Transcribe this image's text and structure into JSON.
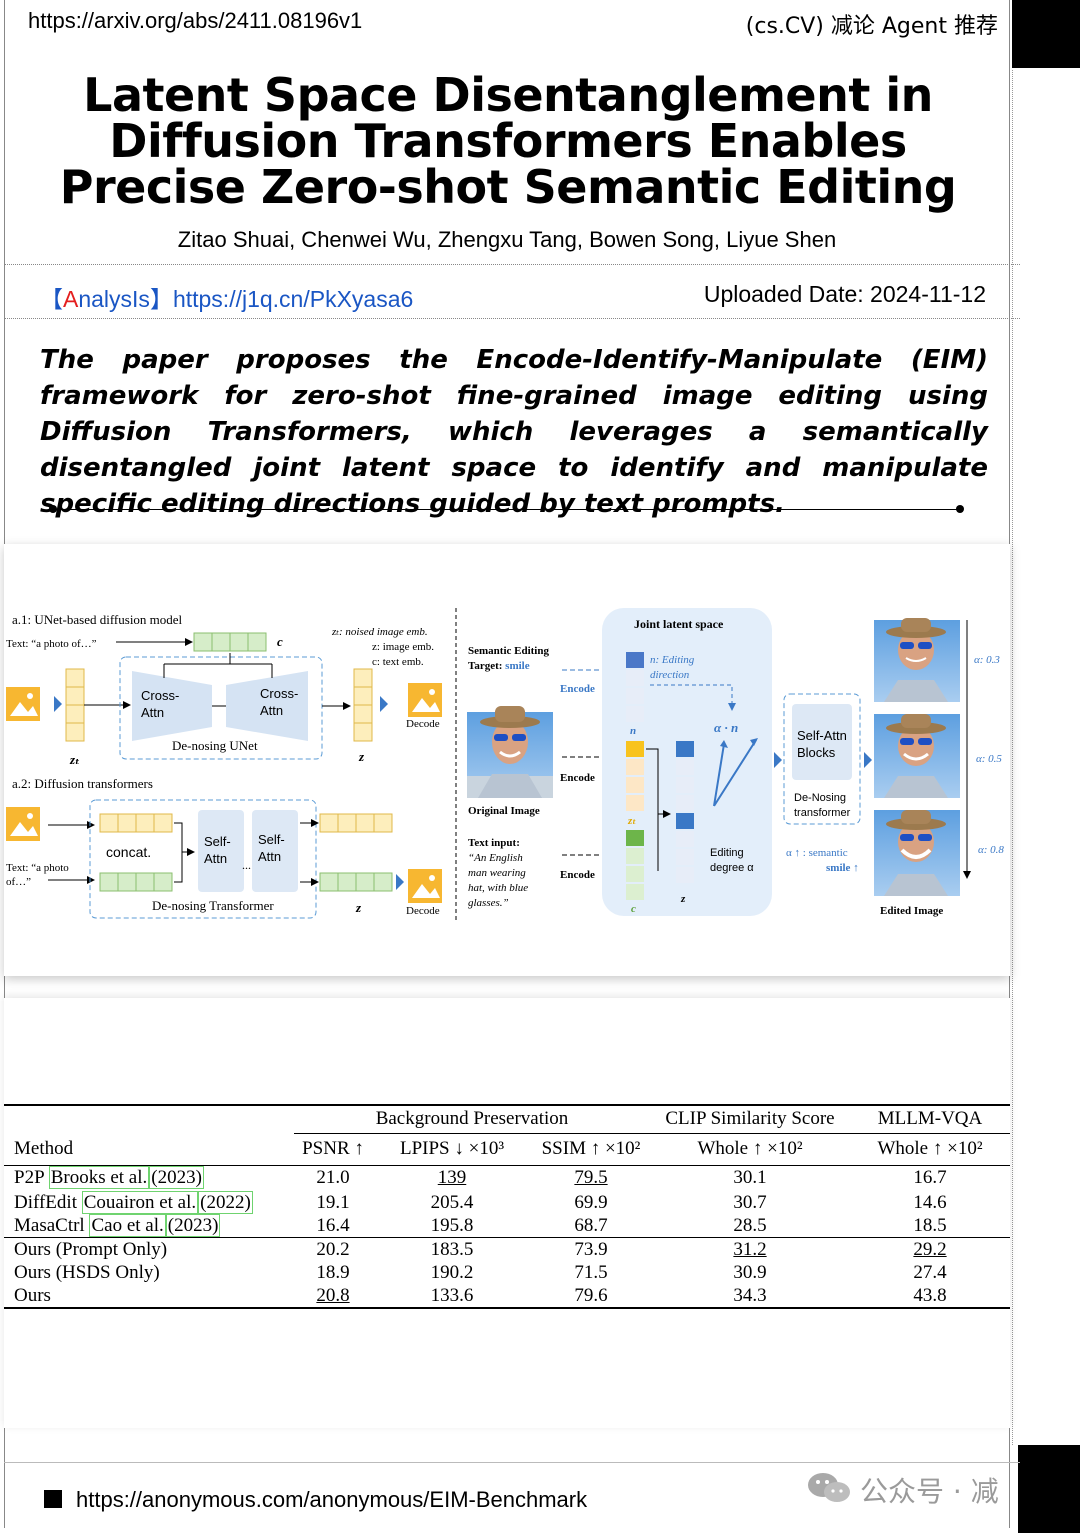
{
  "header": {
    "url": "https://arxiv.org/abs/2411.08196v1",
    "category": "(cs.CV) 减论 Agent 推荐"
  },
  "paper": {
    "title": "Latent Space Disentanglement in Diffusion Transformers Enables Precise Zero-shot Semantic Editing",
    "authors": "Zitao Shuai, Chenwei Wu, Zhengxu Tang, Bowen Song, Liyue Shen"
  },
  "analysis": {
    "bracket_open": "【",
    "a_letter": "A",
    "rest": "nalysIs",
    "bracket_close": "】",
    "link": "https://j1q.cn/PkXyasa6",
    "uploaded": "Uploaded Date: 2024-11-12"
  },
  "summary": "The paper proposes the Encode-Identify-Manipulate (EIM) framework for zero-shot fine-grained image editing using Diffusion Transformers, which leverages a semantically disentangled joint latent space to identify and manipulate specific editing directions guided by text prompts.",
  "figure": {
    "a1_title": "a.1: UNet-based diffusion model",
    "text_prompt": "Text: “a photo of…”",
    "c_label": "c",
    "legend_zt": "zₜ: noised image emb.",
    "legend_z": "z: image emb.",
    "legend_c": "c: text emb.",
    "cross_attn": "Cross-\nAttn",
    "denoising_unet": "De-nosing UNet",
    "zt_label": "zₜ",
    "z_label": "z",
    "decode": "Decode",
    "a2_title": "a.2: Diffusion transformers",
    "concat": "concat.",
    "self_attn": "Self-\nAttn",
    "dots": "...",
    "text_prompt_short": "Text: “a photo\nof…”",
    "denoising_transformer": "De-nosing Transformer",
    "semantic_editing": "Semantic Editing",
    "target": "Target: ",
    "smile": "smile",
    "encode": "Encode",
    "joint_latent": "Joint latent space",
    "n_editing": "n: Editing\ndirection",
    "n_label": "n",
    "alpha_n": "α · n",
    "original_image": "Original Image",
    "text_input": "Text input:",
    "text_input_value": "“An English\nman wearing\nhat, with blue\nglasses.”",
    "editing_degree": "Editing\ndegree α",
    "self_attn_blocks": "Self-Attn\nBlocks",
    "denoising_transformer_short": "De-Nosing\ntransformer",
    "alpha_up": "α ↑ : semantic",
    "smile_up": "smile ↑",
    "alpha_values": [
      "α: 0.3",
      "α: 0.5",
      "α: 0.8"
    ],
    "edited_image": "Edited Image"
  },
  "table": {
    "group_headers": [
      "Background Preservation",
      "CLIP Similarity Score",
      "MLLM-VQA"
    ],
    "column_headers": [
      "Method",
      "PSNR ↑",
      "LPIPS ↓ ×10³",
      "SSIM ↑ ×10²",
      "Whole ↑ ×10²",
      "Whole ↑ ×10²"
    ],
    "rows": [
      {
        "name": "P2P",
        "cite": "Brooks et al.",
        "year": "(2023)",
        "psnr": "21.0",
        "lpips": "139",
        "ssim": "79.5",
        "clip": "30.1",
        "vqa": "16.7"
      },
      {
        "name": "DiffEdit",
        "cite": "Couairon et al.",
        "year": "(2022)",
        "psnr": "19.1",
        "lpips": "205.4",
        "ssim": "69.9",
        "clip": "30.7",
        "vqa": "14.6"
      },
      {
        "name": "MasaCtrl",
        "cite": "Cao et al.",
        "year": "(2023)",
        "psnr": "16.4",
        "lpips": "195.8",
        "ssim": "68.7",
        "clip": "28.5",
        "vqa": "18.5"
      },
      {
        "name": "Ours (Prompt Only)",
        "psnr": "20.2",
        "lpips": "183.5",
        "ssim": "73.9",
        "clip": "31.2",
        "vqa": "29.2"
      },
      {
        "name": "Ours (HSDS Only)",
        "psnr": "18.9",
        "lpips": "190.2",
        "ssim": "71.5",
        "clip": "30.9",
        "vqa": "27.4"
      },
      {
        "name": "Ours",
        "psnr": "20.8",
        "lpips": "133.6",
        "ssim": "79.6",
        "clip": "34.3",
        "vqa": "43.8"
      }
    ]
  },
  "footer": {
    "url": "https://anonymous.com/anonymous/EIM-Benchmark",
    "watermark": "公众号 · 减"
  },
  "colors": {
    "link_blue": "#1a56c4",
    "accent_red": "#e41f1f",
    "figure_blue": "#3a78c6",
    "figure_dash": "#5b9bd5",
    "joint_bg": "#e3eefa",
    "box_bg": "#dde8f5",
    "token_yellow": "#fdeebc",
    "token_green": "#d6edc9",
    "cite_green": "#6fd36f"
  }
}
